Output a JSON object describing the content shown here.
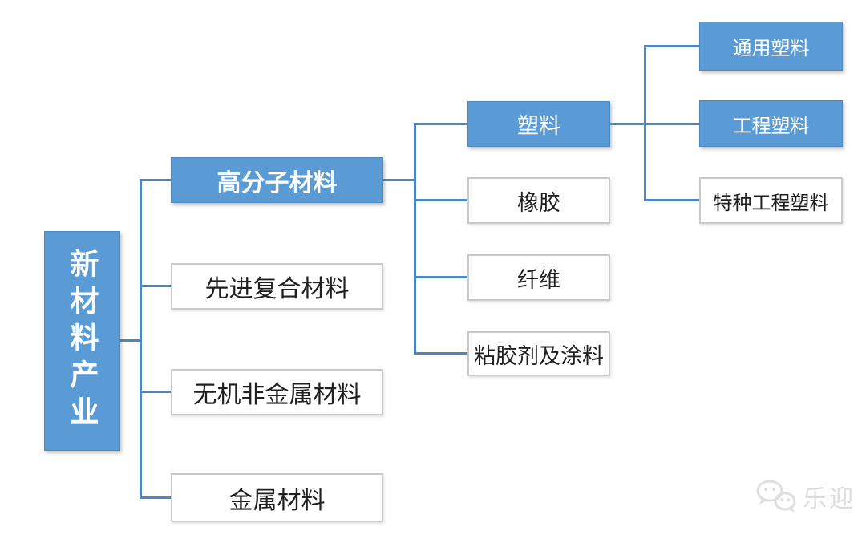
{
  "tree": {
    "root": {
      "label": "新材料产业",
      "style": "blue"
    },
    "children": [
      {
        "label": "高分子材料",
        "style": "blue",
        "children": [
          {
            "label": "塑料",
            "style": "blue",
            "children": [
              {
                "label": "通用塑料",
                "style": "blue"
              },
              {
                "label": "工程塑料",
                "style": "blue"
              },
              {
                "label": "特种工程塑料",
                "style": "white"
              }
            ]
          },
          {
            "label": "橡胶",
            "style": "white"
          },
          {
            "label": "纤维",
            "style": "white"
          },
          {
            "label": "粘胶剂及涂料",
            "style": "white"
          }
        ]
      },
      {
        "label": "先进复合材料",
        "style": "white"
      },
      {
        "label": "无机非金属材料",
        "style": "white"
      },
      {
        "label": "金属材料",
        "style": "white"
      }
    ]
  },
  "watermark": {
    "label": "乐迎",
    "icon": "wechat-chat-bubbles-icon"
  },
  "colors": {
    "node_blue": "#5b9bd5",
    "node_blue_border": "#4d87c2",
    "node_white_border": "#c9c9c9",
    "connector": "#4e86c4",
    "watermark_gray": "#dcdcdc"
  }
}
